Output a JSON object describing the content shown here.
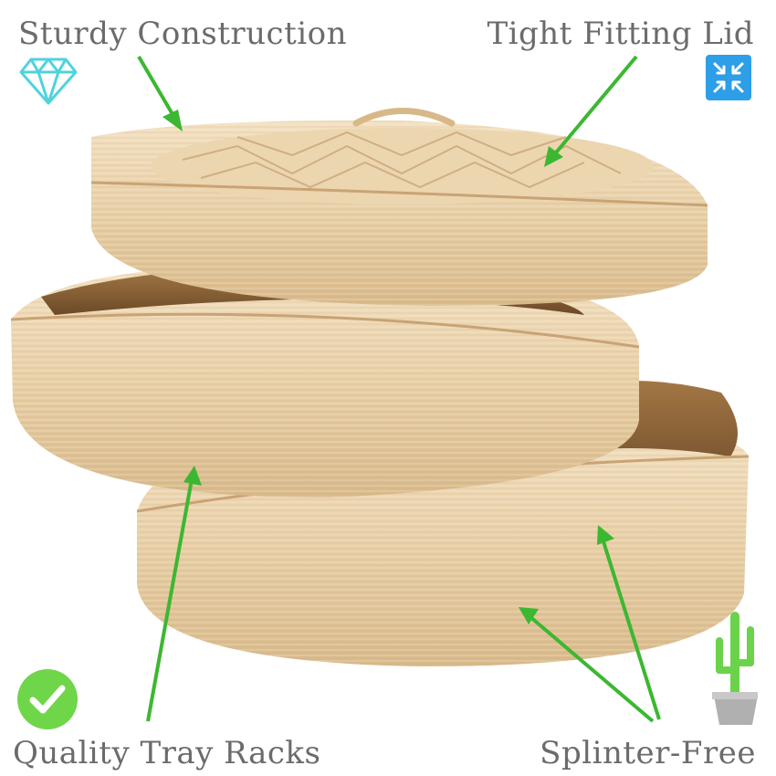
{
  "colors": {
    "background": "#ffffff",
    "label_text": "#6b6b6b",
    "arrow_green": "#3cb731",
    "bamboo_light": "#efdcbc",
    "bamboo_mid": "#dcc096",
    "bamboo_dark": "#b9905c",
    "diamond_cyan": "#4fd3dd",
    "compress_blue": "#2d9ee8",
    "check_green": "#6fd64a",
    "cactus_green": "#6bd24c",
    "pot_gray": "#b0b0b0"
  },
  "callouts": {
    "top_left": "Sturdy Construction",
    "top_right": "Tight Fitting Lid",
    "bottom_left": "Quality Tray Racks",
    "bottom_right": "Splinter-Free"
  },
  "icons": {
    "top_left": "diamond-icon",
    "top_right": "compress-arrows-icon",
    "bottom_left": "checkmark-circle-icon",
    "bottom_right": "cactus-pot-icon"
  }
}
